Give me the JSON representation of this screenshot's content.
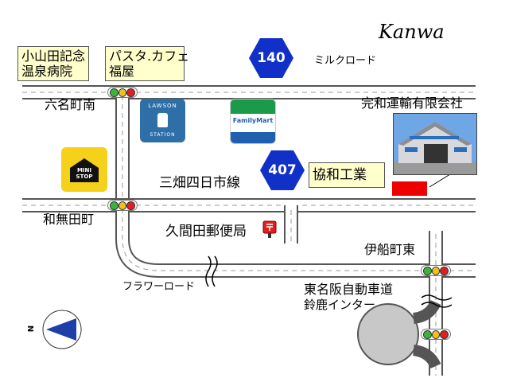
{
  "brand": "Kanwa",
  "roads": {
    "route_140": "140",
    "route_407": "407",
    "milk_road": "ミルクロード",
    "flower_road": "フラワーロード",
    "sanbata_line": "三畑四日市線"
  },
  "boxes": {
    "hospital": [
      "小山田記念",
      "温泉病院"
    ],
    "cafe": [
      "パスタ.カフェ",
      "福屋"
    ],
    "kyowa": "協和工業"
  },
  "places": {
    "rokumyo": "六名町南",
    "wanashida": "和無田町",
    "kumada_post": "久間田郵便局",
    "ibune": "伊船町東",
    "kanwa_company": "完和運輸有限会社",
    "expressway": "東名阪自動車道",
    "suzuka_ic": "鈴鹿インター"
  },
  "stores": {
    "lawson_line1": "LAWSON",
    "lawson_line2": "STATION",
    "familymart": "FamilyMart",
    "ministop_line1": "MINI",
    "ministop_line2": "STOP"
  },
  "compass": {
    "label": "N"
  },
  "colors": {
    "route_sign": "#1030c8",
    "road_fill": "#ffffff",
    "road_edge": "#555555",
    "note_box": "#ffffcc",
    "company_marker": "#ee0000",
    "lawson": "#2f6fa8",
    "familymart_green": "#1b9a4a",
    "familymart_blue": "#1e5fb0",
    "ministop": "#f5d11a",
    "post": "#e02020"
  }
}
